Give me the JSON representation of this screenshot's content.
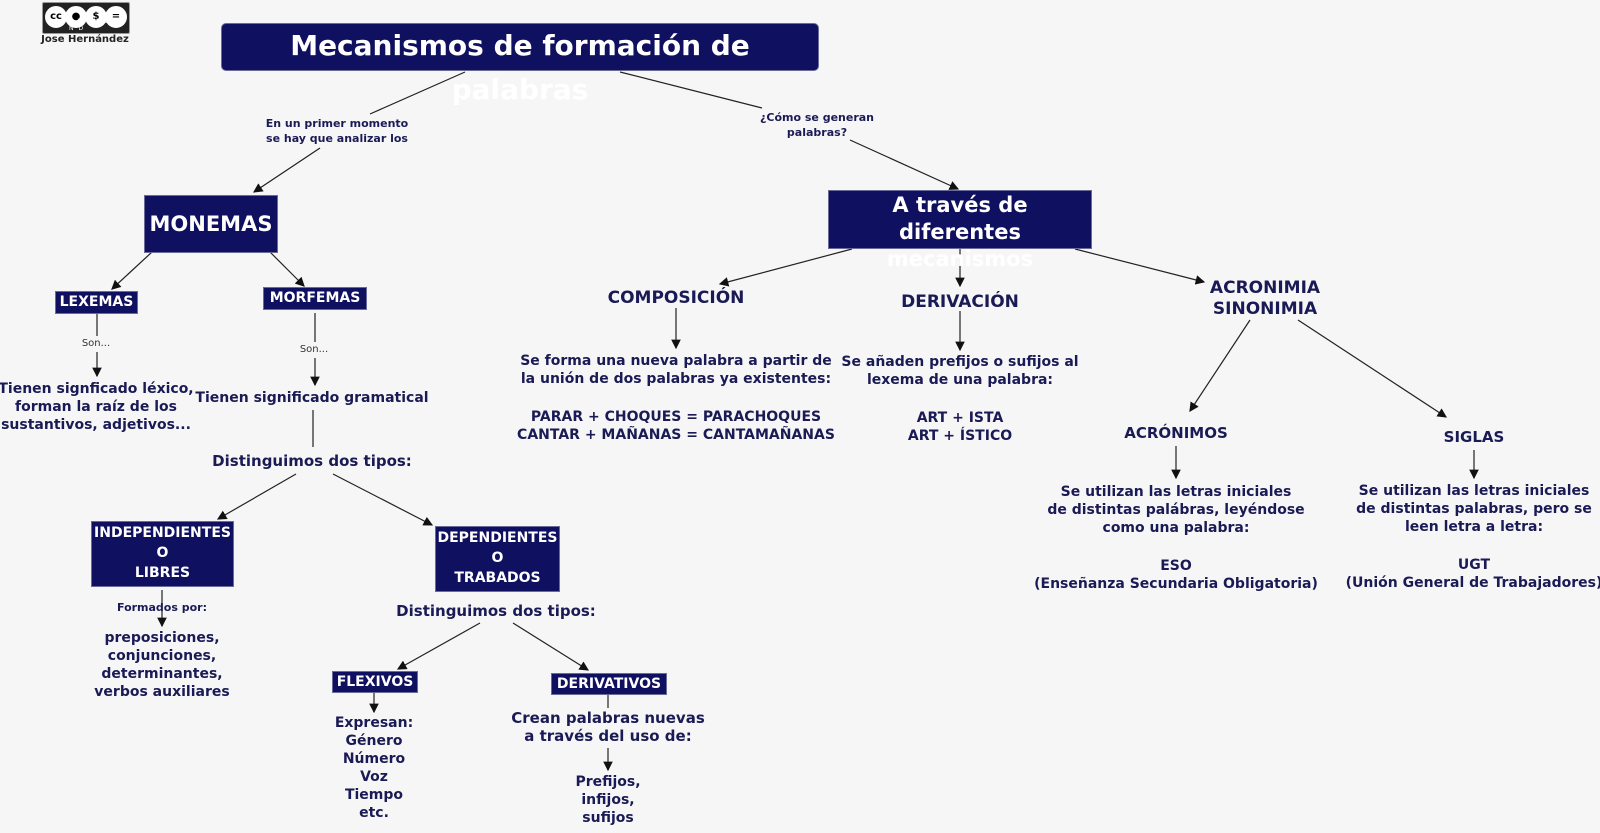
{
  "license": {
    "icons": [
      "cc-icon",
      "by-icon",
      "nc-icon",
      "nd-icon"
    ],
    "badge_text": "BY  NC  ND",
    "author": "Jose Hernández"
  },
  "title": "Mecanismos de formación de palabras",
  "links": {
    "left_link": [
      "En un primer momento",
      "se hay que analizar los"
    ],
    "right_link": [
      "¿Cómo se generan",
      "palabras?"
    ],
    "son": "Son...",
    "formados": "Formados por:"
  },
  "left": {
    "monemas": "MONEMAS",
    "lexemas": "LEXEMAS",
    "morfemas": "MORFEMAS",
    "lexemas_desc": [
      "Tienen signficado léxico,",
      "forman la raíz de los",
      "sustantivos, adjetivos..."
    ],
    "morfemas_desc": "Tienen significado gramatical",
    "distinguimos": "Distinguimos dos tipos:",
    "independientes": [
      "INDEPENDIENTES",
      "O",
      "LIBRES"
    ],
    "independientes_desc": [
      "preposiciones,",
      "conjunciones,",
      "determinantes,",
      "verbos auxiliares"
    ],
    "dependientes": [
      "DEPENDIENTES",
      "O",
      "TRABADOS"
    ],
    "distinguimos2": "Distinguimos dos tipos:",
    "flexivos": "FLEXIVOS",
    "flexivos_desc": [
      "Expresan:",
      "Género",
      "Número",
      "Voz",
      "Tiempo",
      "etc."
    ],
    "derivativos": "DERIVATIVOS",
    "derivativos_desc": [
      "Crean palabras nuevas",
      "a través del uso de:"
    ],
    "derivativos_list": [
      "Prefijos,",
      "infijos,",
      "sufijos"
    ]
  },
  "right": {
    "mecanismos": [
      "A través de",
      "diferentes mecanismos"
    ],
    "composicion": "COMPOSICIÓN",
    "composicion_desc": [
      "Se forma una nueva palabra a partir de",
      "la unión de dos palabras ya existentes:"
    ],
    "composicion_ex": [
      "PARAR + CHOQUES = PARACHOQUES",
      "CANTAR + MAÑANAS = CANTAMAÑANAS"
    ],
    "derivacion": "DERIVACIÓN",
    "derivacion_desc": [
      "Se añaden prefijos o sufijos al",
      "lexema de una palabra:"
    ],
    "derivacion_ex": [
      "ART + ISTA",
      "ART + ÍSTICO"
    ],
    "acronimia": [
      "ACRONIMIA",
      "SINONIMIA"
    ],
    "acronimos": "ACRÓNIMOS",
    "acronimos_desc": [
      "Se utilizan las letras iniciales",
      "de distintas palábras, leyéndose",
      "como una palabra:"
    ],
    "acronimos_ex": [
      "ESO",
      "(Enseñanza Secundaria Obligatoria)"
    ],
    "siglas": "SIGLAS",
    "siglas_desc": [
      "Se utilizan las letras iniciales",
      "de distintas palabras, pero se",
      "leen letra a letra:"
    ],
    "siglas_ex": [
      "UGT",
      "(Unión General de Trabajadores)"
    ]
  }
}
